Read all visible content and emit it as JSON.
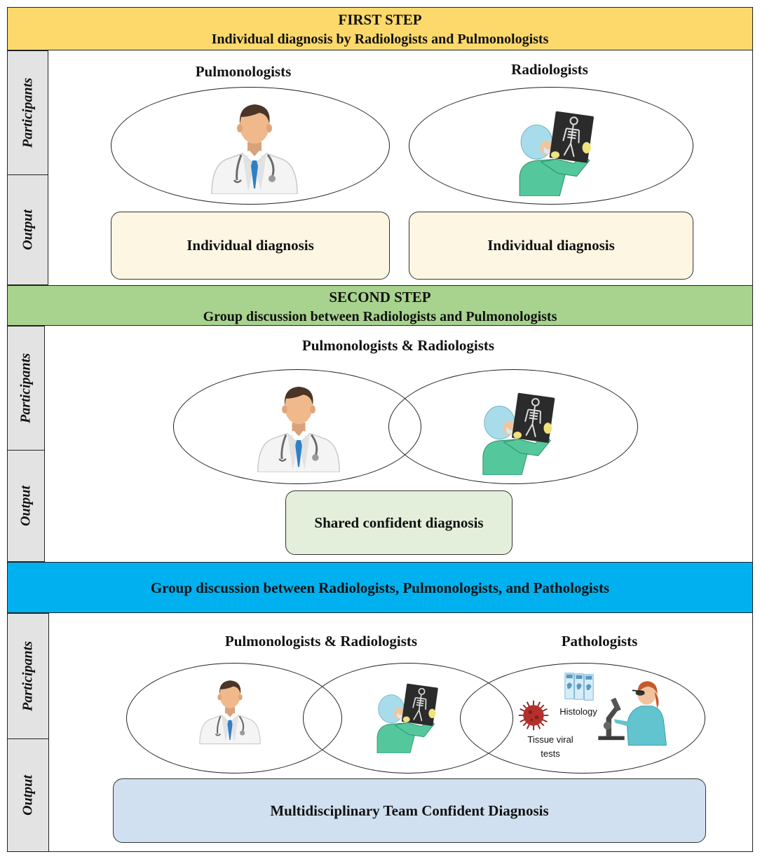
{
  "steps": [
    {
      "band_line1": "FIRST STEP",
      "band_line2": "Individual diagnosis by Radiologists and Pulmonologists",
      "band_color": "#fdd96b",
      "participants_label": "Participants",
      "output_label": "Output",
      "left_title": "Pulmonologists",
      "right_title": "Radiologists",
      "left_output": "Individual diagnosis",
      "right_output": "Individual diagnosis",
      "output_color": "#fdf6e3"
    },
    {
      "band_line1": "SECOND STEP",
      "band_line2": "Group discussion between Radiologists and Pulmonologists",
      "band_color": "#a8d38e",
      "participants_label": "Participants",
      "output_label": "Output",
      "title": "Pulmonologists & Radiologists",
      "output": "Shared confident diagnosis",
      "output_color": "#e3efda"
    },
    {
      "band_line1": "Group discussion between Radiologists, Pulmonologists, and Pathologists",
      "band_color": "#00b0ef",
      "participants_label": "Participants",
      "output_label": "Output",
      "title_left": "Pulmonologists & Radiologists",
      "title_right": "Pathologists",
      "label_histology": "Histology",
      "label_tissue_line1": "Tissue viral",
      "label_tissue_line2": "tests",
      "output": "Multidisciplinary Team Confident Diagnosis",
      "output_color": "#d1e0f0"
    }
  ],
  "icons": [
    "doctor-icon",
    "radiologist-icon",
    "pathologist-icon",
    "virus-icon",
    "histology-slides-icon"
  ]
}
